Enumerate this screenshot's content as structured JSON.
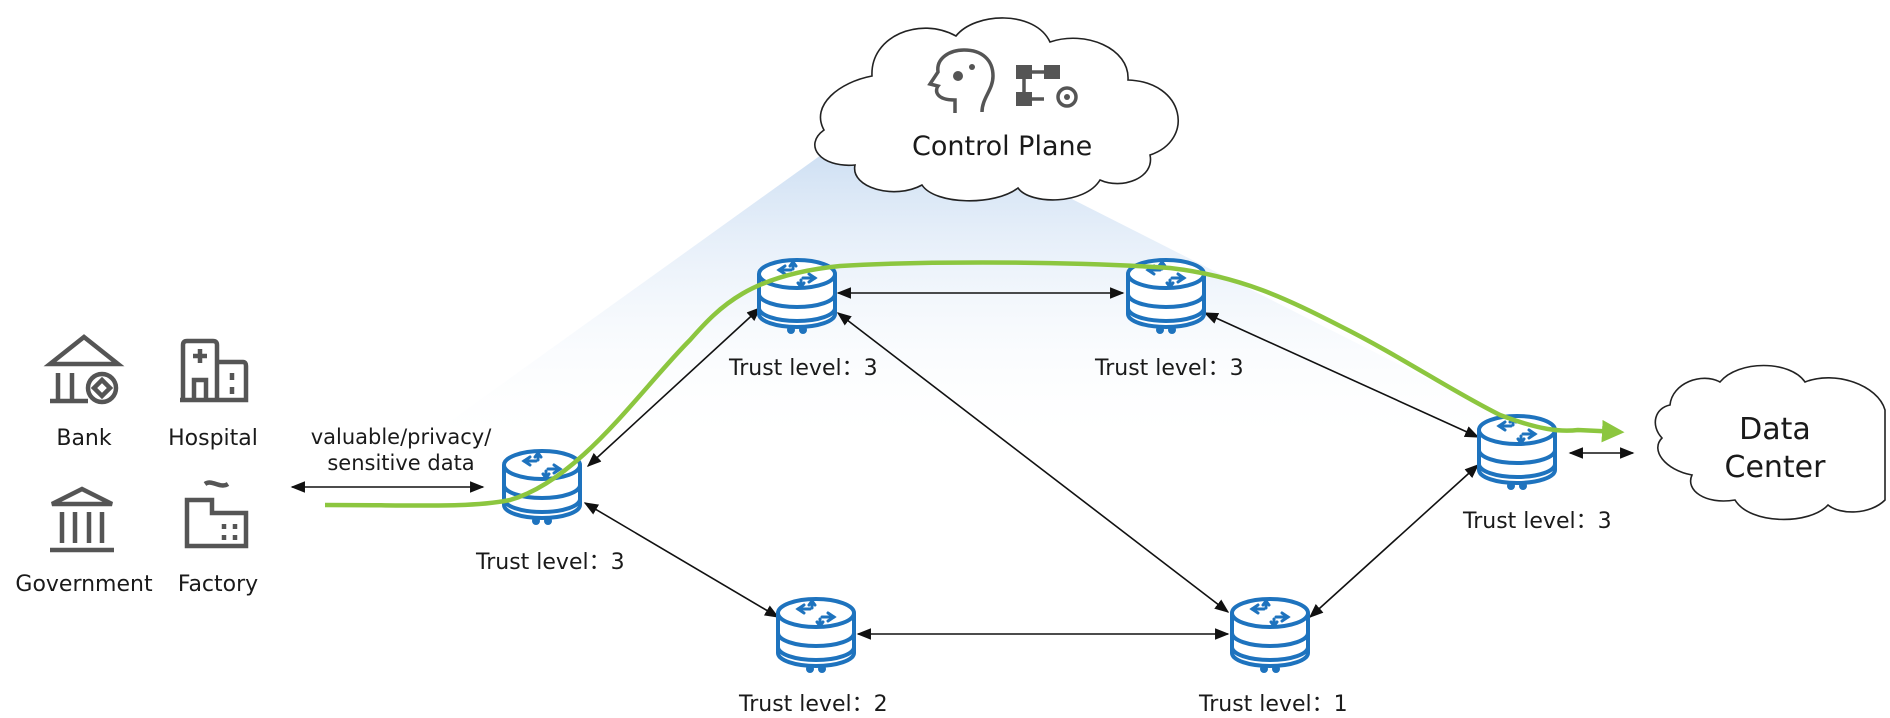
{
  "colors": {
    "path": "#8cc63f",
    "router": "#1e73be",
    "icon": "#5a5a5a",
    "arrow": "#111111",
    "beam": "#dce8f6"
  },
  "entities": {
    "bank": {
      "label": "Bank",
      "icon": "bank-icon"
    },
    "hospital": {
      "label": "Hospital",
      "icon": "hospital-icon"
    },
    "government": {
      "label": "Government",
      "icon": "government-icon"
    },
    "factory": {
      "label": "Factory",
      "icon": "factory-icon"
    }
  },
  "data_note": {
    "line1": "valuable/privacy/",
    "line2": "sensitive data"
  },
  "control_plane": {
    "label": "Control Plane",
    "icons": [
      "ai-brain-icon",
      "flow-config-icon"
    ]
  },
  "data_center": {
    "line1": "Data",
    "line2": "Center"
  },
  "routers": [
    {
      "id": "r-entry",
      "trust_label": "Trust level：3"
    },
    {
      "id": "r-top-left",
      "trust_label": "Trust level：3"
    },
    {
      "id": "r-top-right",
      "trust_label": "Trust level：3"
    },
    {
      "id": "r-exit",
      "trust_label": "Trust level：3"
    },
    {
      "id": "r-bottom-left",
      "trust_label": "Trust level：2"
    },
    {
      "id": "r-bottom-right",
      "trust_label": "Trust level：1"
    }
  ]
}
